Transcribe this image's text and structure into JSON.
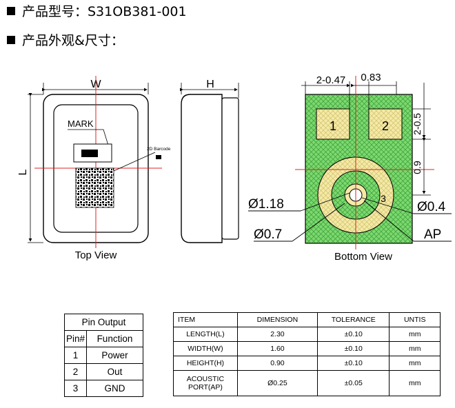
{
  "bullets": [
    {
      "text": "产品型号：S31OB381-001"
    },
    {
      "text": "产品外观&尺寸："
    }
  ],
  "drawing": {
    "labels": {
      "w": "W",
      "h": "H",
      "l": "L",
      "mark": "MARK",
      "barcode": "2D Barcode",
      "top_view": "Top View",
      "bottom_view": "Bottom View",
      "pad_spacing": "2-0.47",
      "pad_gap": "0.83",
      "pad_height": "2-0.5",
      "pad_offset": "0.9",
      "outer_dia": "Ø1.18",
      "inner_dia": "Ø0.7",
      "hole_dia": "Ø0.4",
      "ap": "AP",
      "pad1": "1",
      "pad2": "2",
      "pad3": "3"
    },
    "colors": {
      "pad_area": "#7cd96e",
      "pad_yellow": "#f4e9a6",
      "centerline": "#e02020"
    }
  },
  "pin_table": {
    "title": "Pin Output",
    "headers": [
      "Pin#",
      "Function"
    ],
    "rows": [
      [
        "1",
        "Power"
      ],
      [
        "2",
        "Out"
      ],
      [
        "3",
        "GND"
      ]
    ]
  },
  "spec_table": {
    "headers": [
      "ITEM",
      "DIMENSION",
      "TOLERANCE",
      "UNTIS"
    ],
    "rows": [
      [
        "LENGTH(L)",
        "2.30",
        "±0.10",
        "mm"
      ],
      [
        "WIDTH(W)",
        "1.60",
        "±0.10",
        "mm"
      ],
      [
        "HEIGHT(H)",
        "0.90",
        "±0.10",
        "mm"
      ],
      [
        "ACOUSTIC PORT(AP)",
        "Ø0.25",
        "±0.05",
        "mm"
      ]
    ]
  }
}
